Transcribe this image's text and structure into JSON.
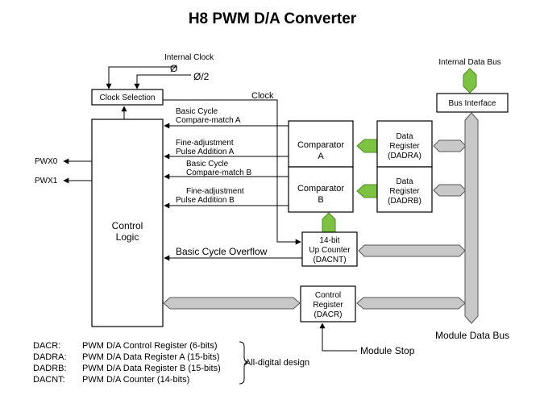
{
  "title": "H8 PWM D/A Converter",
  "labels": {
    "internal_clock": "Internal Clock",
    "phi": "Ø",
    "phi2": "Ø/2",
    "clock_selection": "Clock Selection",
    "clock": "Clock",
    "internal_data_bus": "Internal Data Bus",
    "bus_interface": "Bus Interface",
    "basic_cycle_a_1": "Basic Cycle",
    "basic_cycle_a_2": "Compare-match A",
    "fine_adj_a_1": "Fine-adjustment",
    "fine_adj_a_2": "Pulse Addition A",
    "basic_cycle_b_1": "Basic Cycle",
    "basic_cycle_b_2": "Compare-match B",
    "fine_adj_b_1": "Fine-adjustment",
    "fine_adj_b_2": "Pulse Addition B",
    "pwx0": "PWX0",
    "pwx1": "PWX1",
    "control_logic_1": "Control",
    "control_logic_2": "Logic",
    "comparator_a_1": "Comparator",
    "comparator_a_2": "A",
    "comparator_b_1": "Comparator",
    "comparator_b_2": "B",
    "data_reg_a_1": "Data",
    "data_reg_a_2": "Register",
    "data_reg_a_3": "(DADRA)",
    "data_reg_b_1": "Data",
    "data_reg_b_2": "Register",
    "data_reg_b_3": "(DADRB)",
    "counter_1": "14-bit",
    "counter_2": "Up Counter",
    "counter_3": "(DACNT)",
    "basic_cycle_overflow": "Basic Cycle Overflow",
    "control_reg_1": "Control",
    "control_reg_2": "Register",
    "control_reg_3": "(DACR)",
    "module_data_bus": "Module Data Bus",
    "module_stop": "Module Stop",
    "all_digital": "All-digital design"
  },
  "legend": [
    {
      "abbr": "DACR:",
      "desc": "PWM D/A Control Register (6-bits)"
    },
    {
      "abbr": "DADRA:",
      "desc": "PWM D/A Data Register A (15-bits)"
    },
    {
      "abbr": "DADRB:",
      "desc": "PWM D/A Data Register B (15-bits)"
    },
    {
      "abbr": "DACNT:",
      "desc": "PWM D/A Counter (14-bits)"
    }
  ],
  "colors": {
    "green_arrow": "#7dc242",
    "gray_bus": "#c8c8c8"
  }
}
